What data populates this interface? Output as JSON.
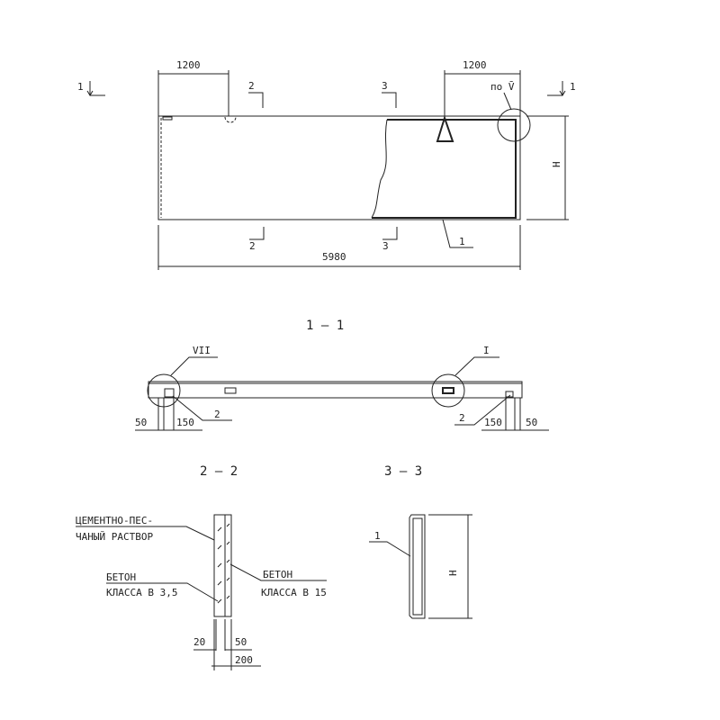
{
  "plan": {
    "dim_left": "1200",
    "dim_right": "1200",
    "dim_length": "5980",
    "dim_height": "H",
    "node_ref": "по V̄",
    "section_1_left": "1",
    "section_1_right": "1",
    "section_2_top": "2",
    "section_2_bottom": "2",
    "section_3_top": "3",
    "section_3_bottom": "3",
    "item_1": "1"
  },
  "section_1_1": {
    "title": "1 — 1",
    "node_left": "VII",
    "node_right": "I",
    "item_left": "2",
    "item_right": "2",
    "dims_left": [
      "50",
      "150"
    ],
    "dims_right": [
      "150",
      "50"
    ]
  },
  "section_2_2": {
    "title": "2 — 2",
    "label_mortar_1": "ЦЕМЕНТНО-ПЕС-",
    "label_mortar_2": "ЧАНЫЙ РАСТВОР",
    "label_concrete_left_1": "БЕТОН",
    "label_concrete_left_2": "КЛАССА В 3,5",
    "label_concrete_right_1": "БЕТОН",
    "label_concrete_right_2": "КЛАССА В 15",
    "dim_20": "20",
    "dim_50": "50",
    "dim_200": "200"
  },
  "section_3_3": {
    "title": "3 — 3",
    "item_1": "1",
    "dim_height": "H"
  }
}
